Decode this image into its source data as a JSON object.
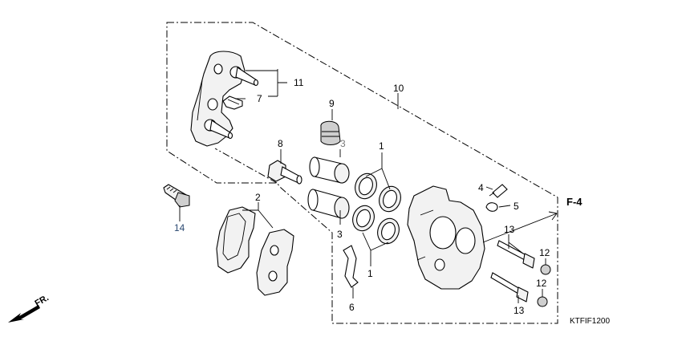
{
  "diagram": {
    "code": "KTFIF1200",
    "ref_tag": "F-4",
    "direction": "FR.",
    "colors": {
      "line": "#000000",
      "gray_label": "#7a7a7a",
      "blue_label": "#2c4a72"
    },
    "callouts": {
      "c1a": "1",
      "c1b": "1",
      "c2": "2",
      "c3a": "3",
      "c3b": "3",
      "c4": "4",
      "c5": "5",
      "c6": "6",
      "c7": "7",
      "c8": "8",
      "c9": "9",
      "c10": "10",
      "c11": "11",
      "c12a": "12",
      "c12b": "12",
      "c13a": "13",
      "c13b": "13",
      "c14": "14"
    }
  }
}
